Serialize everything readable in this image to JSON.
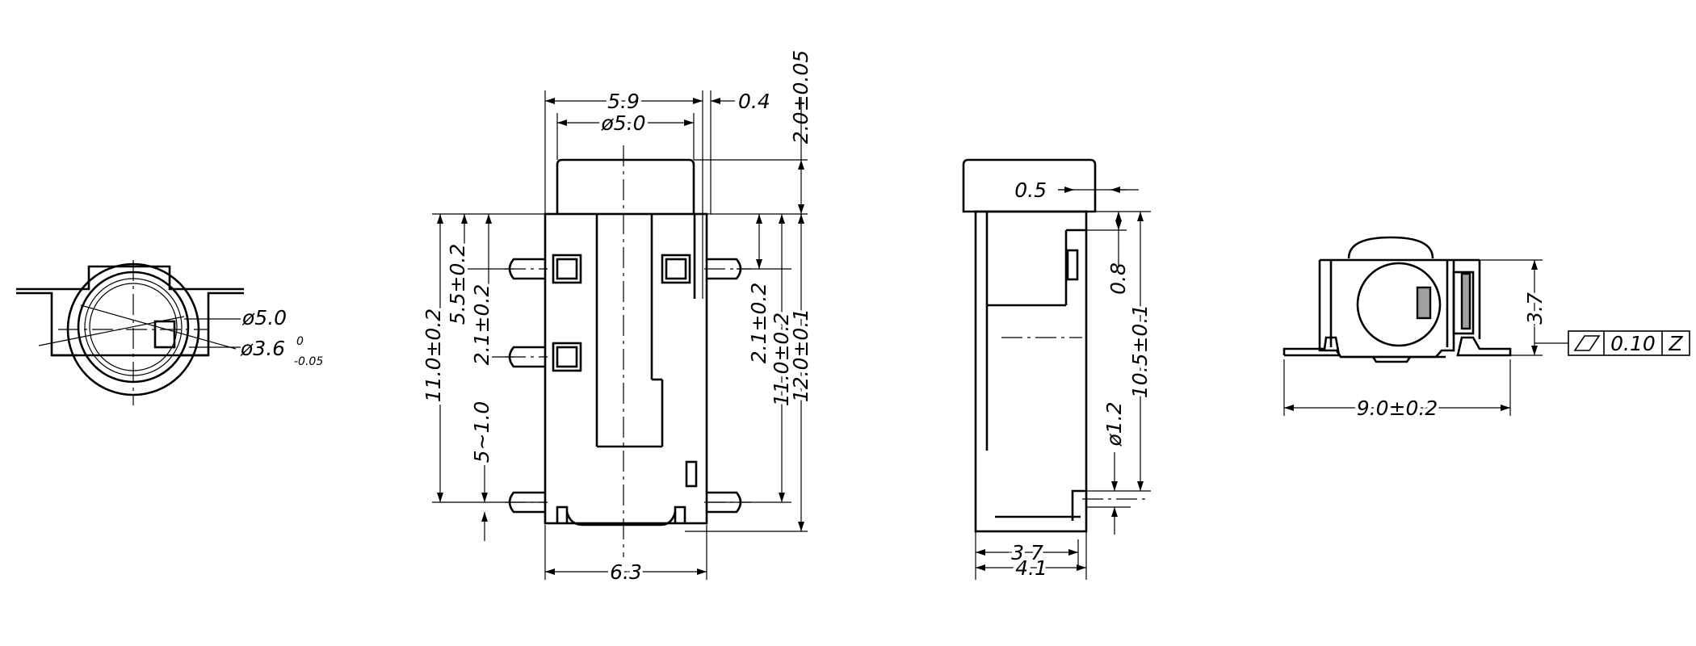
{
  "views": {
    "left": {
      "dim_dia_outer": "ø5.0",
      "dim_dia_inner": "ø3.6",
      "dim_tol_upper": "0",
      "dim_tol_lower": "-0.05"
    },
    "front": {
      "dim_top_width": "5.9",
      "dim_top_gap": "0.4",
      "dim_button_dia": "ø5.0",
      "dim_button_height": "2.0±0.05",
      "dim_left_height": "11.0±0.2",
      "dim_left_pitch1": "5.5±0.2",
      "dim_left_pitch2": "2.1±0.2",
      "dim_left_range": "5~1.0",
      "dim_right_pitch": "2.1±0.2",
      "dim_right_height1": "11.0±0.2",
      "dim_right_height2": "12.0±0.1",
      "dim_bottom_width": "6.3"
    },
    "side": {
      "dim_top_step": "0.5",
      "dim_step_height": "0.8",
      "dim_body_height": "10.5±0.1",
      "dim_hole_dia": "ø1.2",
      "dim_width_inner": "3.7",
      "dim_width_outer": "4.1"
    },
    "right": {
      "dim_height": "3.7",
      "dim_width": "9.0±0.2",
      "flatness_tolerance": "0.10",
      "flatness_datum": "Z"
    }
  }
}
